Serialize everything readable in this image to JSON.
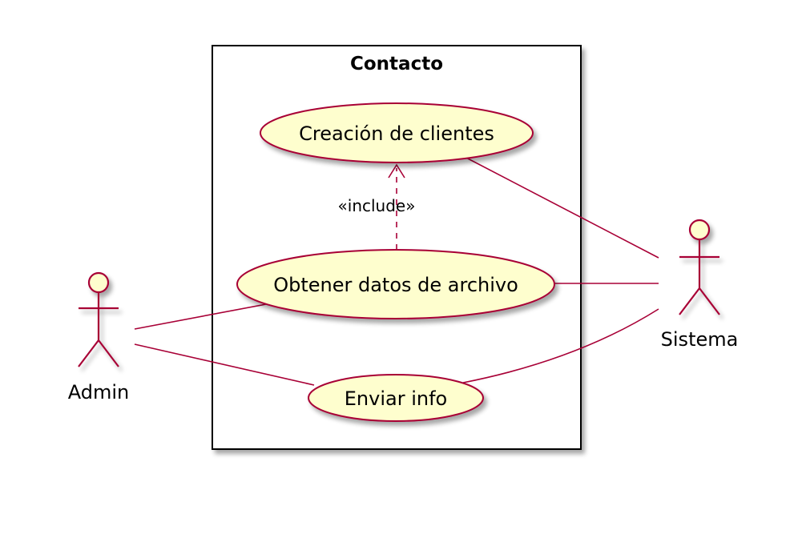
{
  "system_boundary": {
    "title": "Contacto"
  },
  "use_cases": {
    "creacion": "Creación de clientes",
    "obtener": "Obtener datos de archivo",
    "enviar": "Enviar info"
  },
  "actors": {
    "admin": "Admin",
    "sistema": "Sistema"
  },
  "relations": {
    "include_label": "«include»"
  },
  "colors": {
    "usecase_fill": "#FEFECE",
    "line": "#A80036",
    "boundary": "#000000"
  }
}
